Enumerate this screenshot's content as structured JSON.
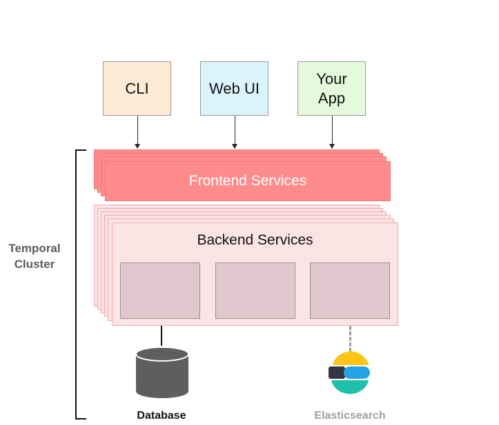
{
  "clients": [
    {
      "label": "CLI",
      "fill": "#fdebd6"
    },
    {
      "label": "Web UI",
      "fill": "#dbf3fd"
    },
    {
      "label": "Your\nApp",
      "fill": "#e3fbdc"
    }
  ],
  "frontend": {
    "label": "Frontend Services",
    "color": "#ff8c8c"
  },
  "backend": {
    "label": "Backend Services",
    "color": "#fbe4e4",
    "worker_color": "#e0c8ce"
  },
  "cluster": {
    "label": "Temporal\nCluster"
  },
  "stores": {
    "database": {
      "label": "Database",
      "color": "#111111"
    },
    "elasticsearch": {
      "label": "Elasticsearch",
      "color": "#9e9e9e"
    }
  }
}
